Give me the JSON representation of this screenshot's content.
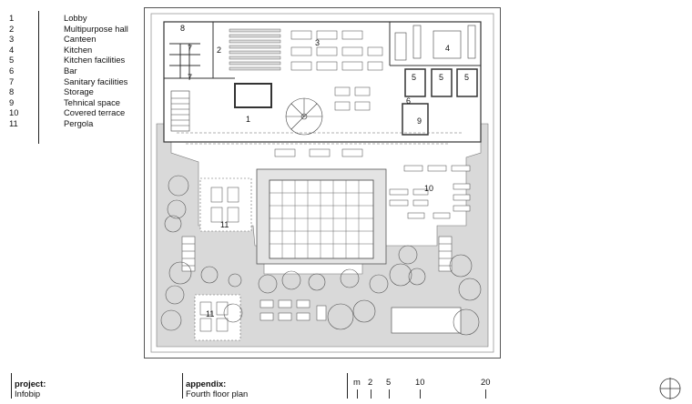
{
  "legend": {
    "items": [
      {
        "num": "1",
        "label": "Lobby"
      },
      {
        "num": "2",
        "label": "Multipurpose hall"
      },
      {
        "num": "3",
        "label": "Canteen"
      },
      {
        "num": "4",
        "label": "Kitchen"
      },
      {
        "num": "5",
        "label": "Kitchen facilities"
      },
      {
        "num": "6",
        "label": "Bar"
      },
      {
        "num": "7",
        "label": "Sanitary facilities"
      },
      {
        "num": "8",
        "label": "Storage"
      },
      {
        "num": "9",
        "label": "Tehnical space"
      },
      {
        "num": "10",
        "label": "Covered terrace"
      },
      {
        "num": "11",
        "label": "Pergola"
      }
    ]
  },
  "plan_labels": {
    "l1": "1",
    "l2": "2",
    "l3": "3",
    "l4": "4",
    "l5a": "5",
    "l5b": "5",
    "l5c": "5",
    "l6": "6",
    "l7a": "7",
    "l7b": "7",
    "l8": "8",
    "l9": "9",
    "l10": "10",
    "l11a": "11",
    "l11b": "11"
  },
  "footer": {
    "project_heading": "project:",
    "project_value": "Infobip",
    "appendix_heading": "appendix:",
    "appendix_value": "Fourth floor plan"
  },
  "scale": {
    "unit": "m",
    "marks": [
      "2",
      "5",
      "10",
      "20"
    ]
  },
  "colors": {
    "ink": "#222222",
    "fill_gray": "#d6d6d6",
    "paper": "#ffffff"
  },
  "icons": {
    "compass": "north-arrow-icon"
  }
}
